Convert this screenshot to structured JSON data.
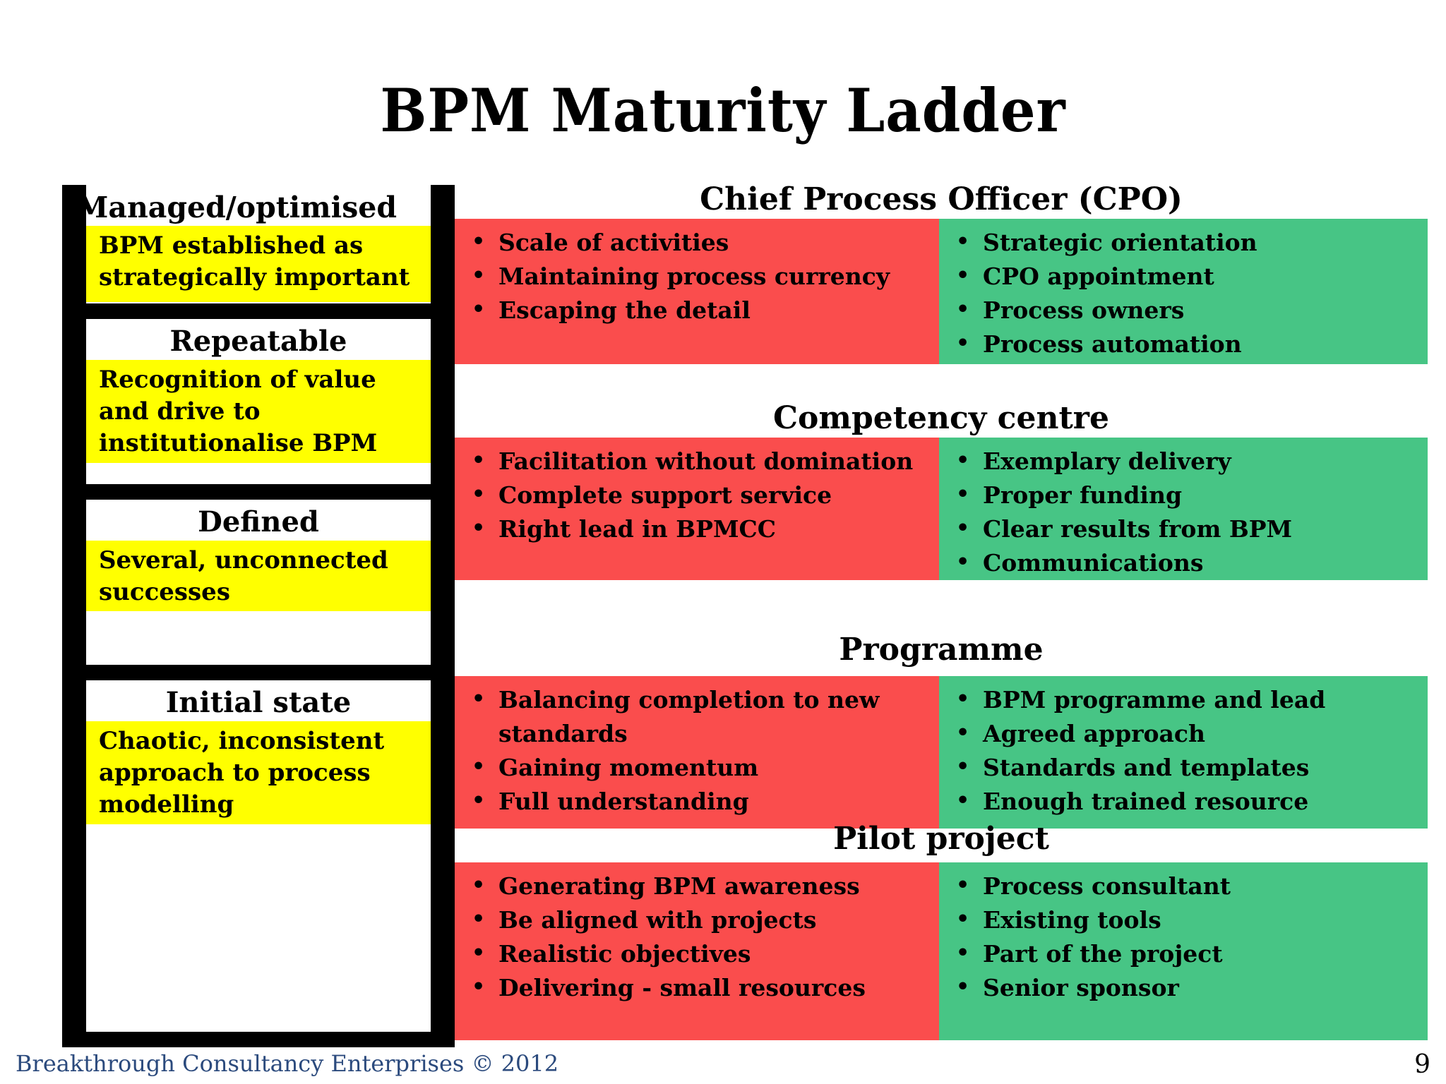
{
  "slide": {
    "title": "BPM Maturity Ladder",
    "page_number": "9",
    "footer": "Breakthrough Consultancy Enterprises © 2012",
    "colors": {
      "rail": "#000000",
      "step_highlight": "#ffff00",
      "challenges_panel": "#fa4d4d",
      "enablers_panel": "#47c585",
      "footer_text": "#2b4a7d",
      "background": "#ffffff"
    }
  },
  "ladder": {
    "steps": [
      {
        "level": "Managed/optimised",
        "description": "BPM established as strategically important"
      },
      {
        "level": "Repeatable",
        "description": "Recognition of value and drive to institutionalise BPM"
      },
      {
        "level": "Defined",
        "description": "Several, unconnected successes"
      },
      {
        "level": "Initial state",
        "description": "Chaotic, inconsistent approach to process modelling"
      }
    ]
  },
  "rows": [
    {
      "heading": "Chief Process Officer (CPO)",
      "red_bullets": [
        "Scale of activities",
        "Maintaining process currency",
        "Escaping the detail"
      ],
      "green_bullets": [
        "Strategic orientation",
        "CPO appointment",
        "Process owners",
        "Process automation"
      ]
    },
    {
      "heading": "Competency centre",
      "red_bullets": [
        "Facilitation without domination",
        "Complete support service",
        "Right lead in BPMCC"
      ],
      "green_bullets": [
        "Exemplary delivery",
        "Proper funding",
        "Clear results from BPM",
        "Communications"
      ]
    },
    {
      "heading": "Programme",
      "red_bullets": [
        "Balancing completion to new standards",
        "Gaining momentum",
        "Full understanding"
      ],
      "green_bullets": [
        "BPM programme and lead",
        "Agreed approach",
        "Standards and templates",
        "Enough trained resource"
      ]
    },
    {
      "heading": "Pilot project",
      "red_bullets": [
        "Generating BPM awareness",
        "Be aligned with projects",
        "Realistic objectives",
        "Delivering - small resources"
      ],
      "green_bullets": [
        "Process consultant",
        "Existing tools",
        "Part of the project",
        "Senior sponsor"
      ]
    }
  ]
}
